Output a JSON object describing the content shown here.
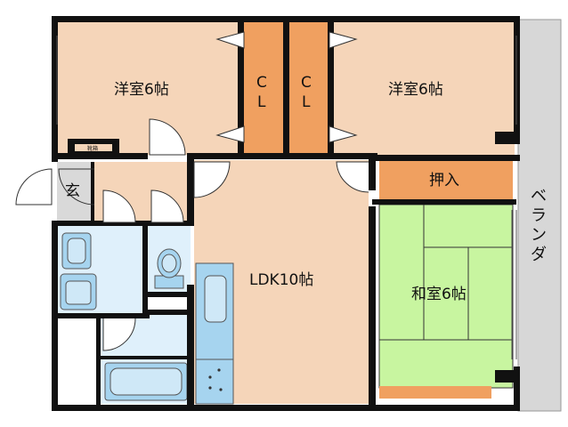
{
  "rooms": {
    "western_left": "洋室6帖",
    "western_right": "洋室6帖",
    "closet_left_line1": "C",
    "closet_left_line2": "L",
    "closet_right_line1": "C",
    "closet_right_line2": "L",
    "ldk": "LDK10帖",
    "japanese": "和室6帖",
    "oshiire": "押入",
    "genkan": "玄",
    "veranda_chars": [
      "ベ",
      "ラ",
      "ン",
      "ダ"
    ],
    "shoe_box": "靴箱"
  },
  "colors": {
    "western": "#f5d5b9",
    "closet": "#f0a060",
    "ldk": "#f5d5b9",
    "tatami": "#c8f5a0",
    "wet": "#dff0fb",
    "fixture": "#a6d4ef",
    "veranda": "#d7d7d7",
    "genkan": "#d9d9d9",
    "wall": "#111111",
    "edge": "#b08850"
  }
}
